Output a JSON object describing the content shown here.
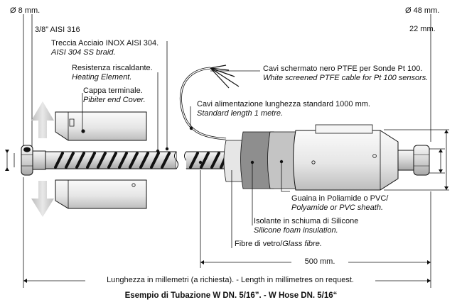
{
  "dims": {
    "left_diameter": "Ø 8 mm.",
    "right_diameter": "Ø 48 mm.",
    "right_height": "22 mm.",
    "segment_length": "500 mm.",
    "total_length": "Lunghezza in millemetri (a richiesta). - Length in millimetres on request."
  },
  "labels": {
    "pipe": "3/8” AISI 316",
    "braid_it": "Treccia Acciaio INOX AISI 304.",
    "braid_en": "AISI 304 SS braid.",
    "heating_it": "Resistenza riscaldante.",
    "heating_en": "Heating Element.",
    "cover_it": "Cappa terminale.",
    "cover_en": "Pibiter end Cover.",
    "screened_it": "Cavi schermato nero PTFE per Sonde Pt 100.",
    "screened_en": "White screened PTFE cable for Pt 100 sensors.",
    "supply_it": "Cavi alimentazione lunghezza standard 1000 mm.",
    "supply_en": "Standard length 1 metre.",
    "sheath_it": "Guaina in Poliamide o PVC/",
    "sheath_en": "Polyamide or PVC sheath.",
    "foam_it": "Isolante in schiuma di Silicone",
    "foam_en": "Silicone foam insulation.",
    "glass_it": "Fibre di vetro/",
    "glass_en": "Glass fibre."
  },
  "caption": "Esempio di Tubazione W DN. 5/16”. - W Hose DN. 5/16“",
  "colors": {
    "line": "#111111",
    "metal_light": "#eeeeee",
    "metal_mid": "#cfcfcf",
    "metal_dark": "#8c8c8c",
    "foam": "#9a9a9a",
    "glass": "#c6c6c6",
    "arrow": "#d6d6d6"
  }
}
